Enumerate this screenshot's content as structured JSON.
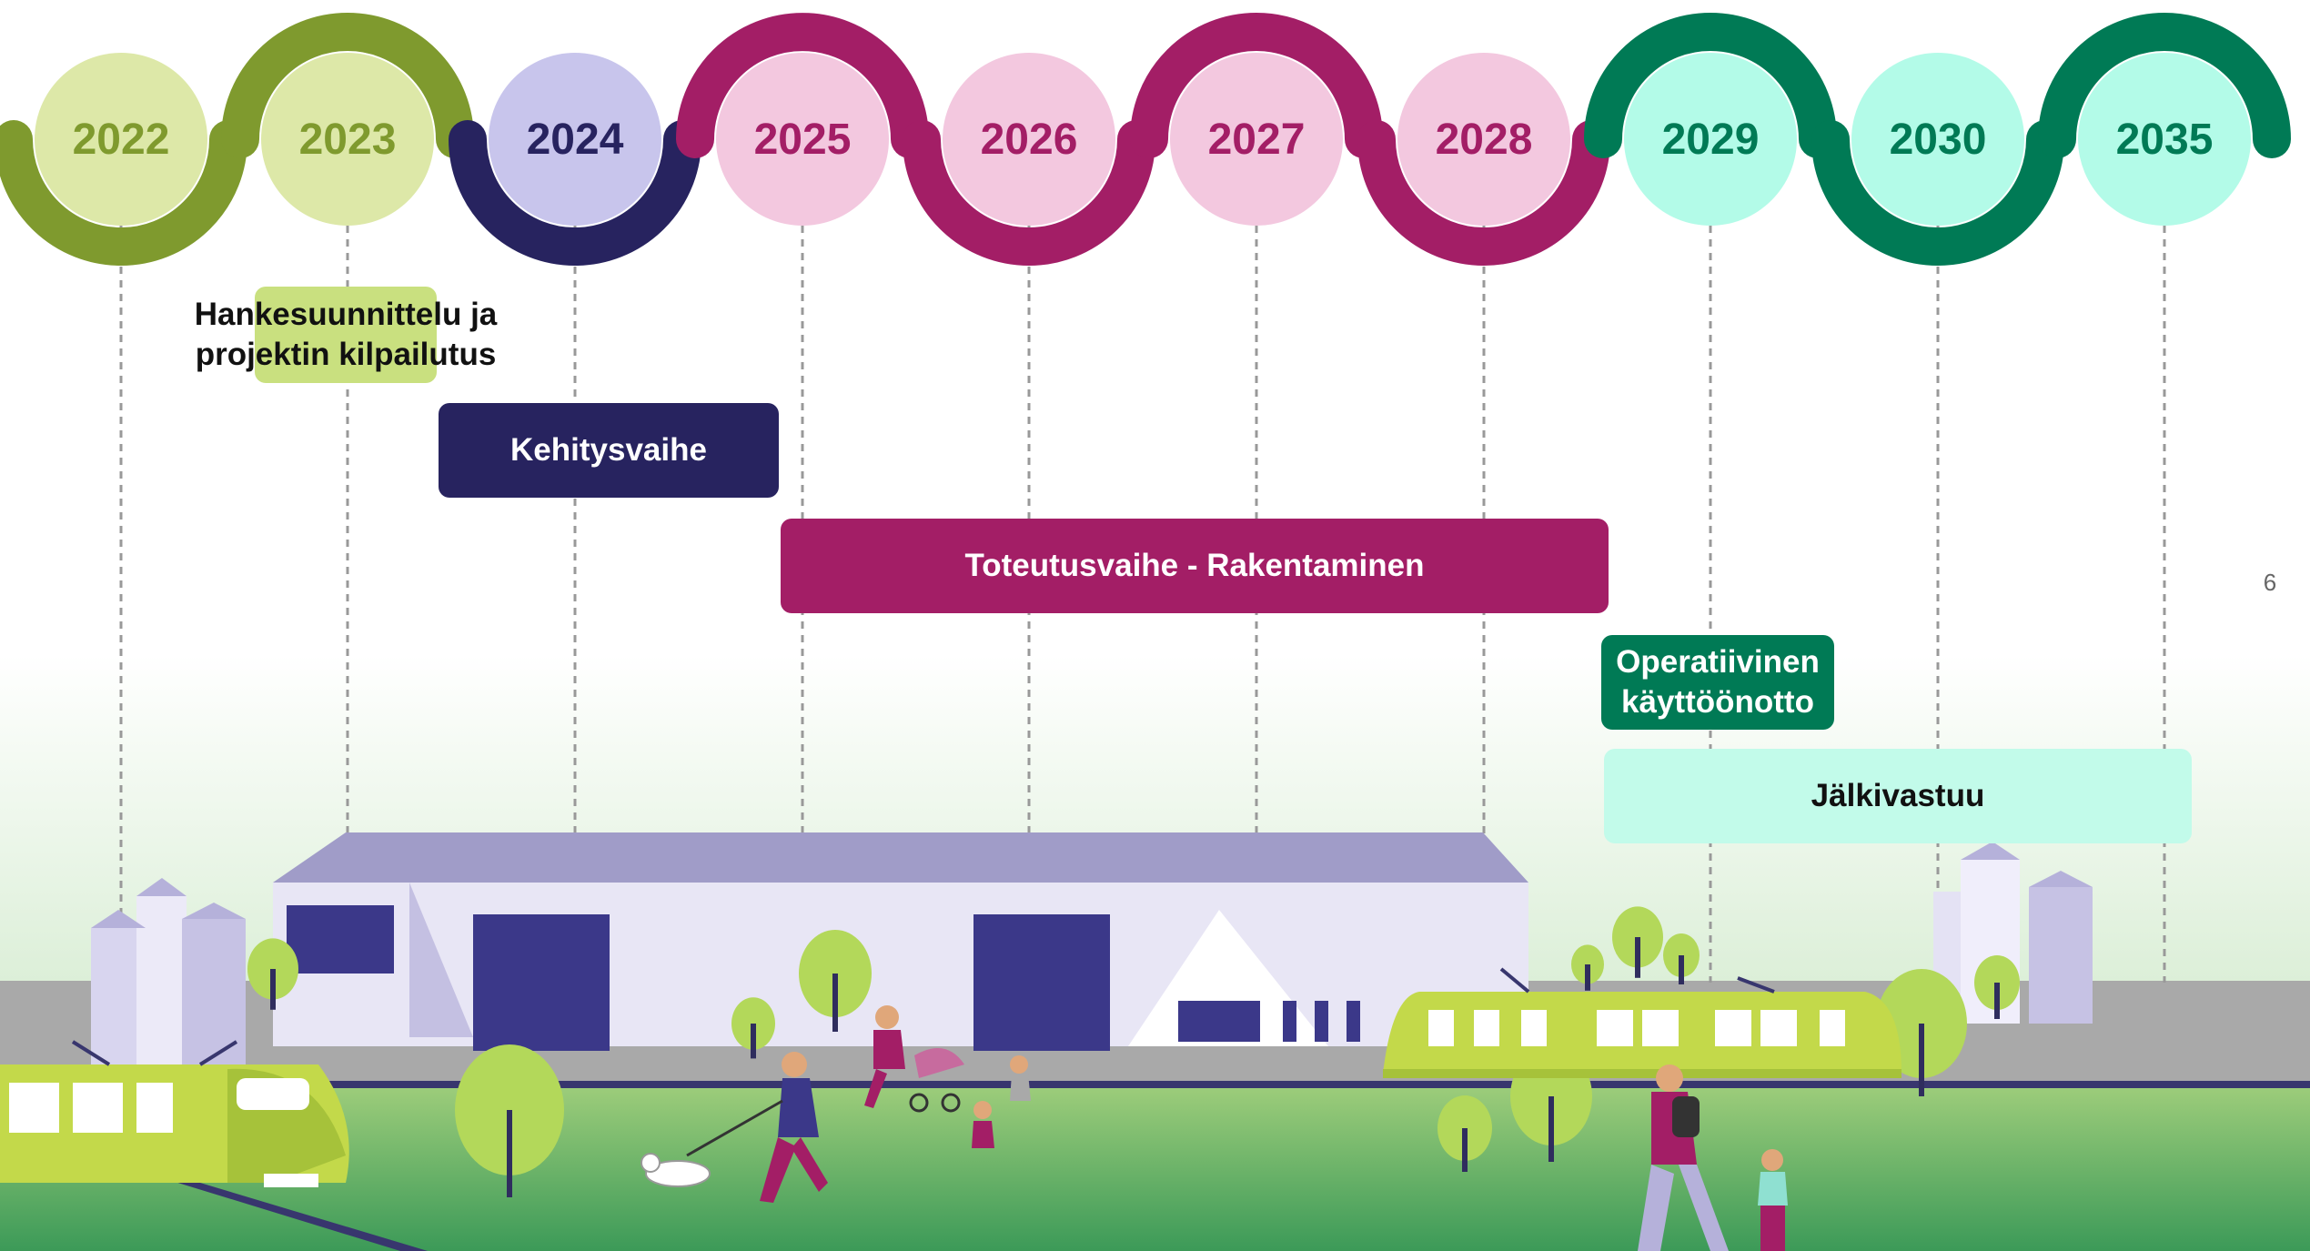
{
  "colors": {
    "olive": "#7f9a2e",
    "olive_light": "#dde8a8",
    "navy": "#27235f",
    "navy_light": "#c8c5ec",
    "magenta": "#a31e66",
    "pink_light": "#f3c8df",
    "green": "#007a55",
    "mint_light": "#b3fbe8",
    "lime_box": "#c9e07f",
    "mint_box": "#c2fbea",
    "grass": "#7ab55a",
    "road": "#a7a7a7",
    "building": "#b9b5d8"
  },
  "years": [
    {
      "label": "2022",
      "text_color": "#7f9a2e",
      "fill": "#dde8a8",
      "arc_color": "#7f9a2e",
      "arc": "bottom"
    },
    {
      "label": "2023",
      "text_color": "#7f9a2e",
      "fill": "#dde8a8",
      "arc_color": "#7f9a2e",
      "arc": "top"
    },
    {
      "label": "2024",
      "text_color": "#27235f",
      "fill": "#c8c5ec",
      "arc_color": "#27235f",
      "arc": "bottom"
    },
    {
      "label": "2025",
      "text_color": "#a31e66",
      "fill": "#f3c8df",
      "arc_color": "#a31e66",
      "arc": "top"
    },
    {
      "label": "2026",
      "text_color": "#a31e66",
      "fill": "#f3c8df",
      "arc_color": "#a31e66",
      "arc": "bottom"
    },
    {
      "label": "2027",
      "text_color": "#a31e66",
      "fill": "#f3c8df",
      "arc_color": "#a31e66",
      "arc": "top"
    },
    {
      "label": "2028",
      "text_color": "#a31e66",
      "fill": "#f3c8df",
      "arc_color": "#a31e66",
      "arc": "bottom"
    },
    {
      "label": "2029",
      "text_color": "#007a55",
      "fill": "#b3fbe8",
      "arc_color": "#007a55",
      "arc": "top"
    },
    {
      "label": "2030",
      "text_color": "#007a55",
      "fill": "#b3fbe8",
      "arc_color": "#007a55",
      "arc": "bottom"
    },
    {
      "label": "2035",
      "text_color": "#007a55",
      "fill": "#b3fbe8",
      "arc_color": "#007a55",
      "arc": "top"
    }
  ],
  "phases": {
    "hankesuunnittelu": "Hankesuunnittelu ja projektin kilpailutus",
    "kehitysvaihe": "Kehitysvaihe",
    "toteutusvaihe": "Toteutusvaihe - Rakentaminen",
    "operatiivinen": "Operatiivinen käyttöönotto",
    "jalkivastuu": "Jälkivastuu"
  },
  "page_number": "6"
}
